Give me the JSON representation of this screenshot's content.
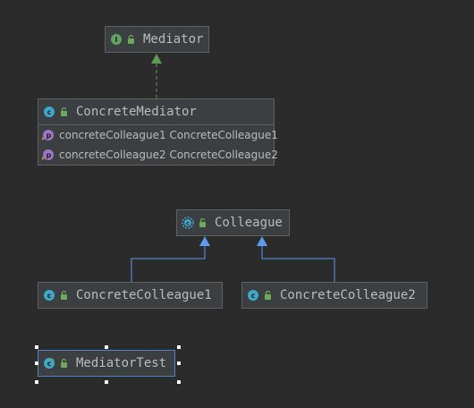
{
  "diagram": {
    "nodes": [
      {
        "id": "mediator",
        "kind": "interface",
        "name": "Mediator",
        "members": []
      },
      {
        "id": "concrete_mediator",
        "kind": "class",
        "name": "ConcreteMediator",
        "members": [
          {
            "kind": "property",
            "text": "concreteColleague1 ConcreteColleague1"
          },
          {
            "kind": "property",
            "text": "concreteColleague2 ConcreteColleague2"
          }
        ]
      },
      {
        "id": "colleague",
        "kind": "abstract-class",
        "name": "Colleague",
        "members": []
      },
      {
        "id": "concrete_colleague1",
        "kind": "class",
        "name": "ConcreteColleague1",
        "members": []
      },
      {
        "id": "concrete_colleague2",
        "kind": "class",
        "name": "ConcreteColleague2",
        "members": []
      },
      {
        "id": "mediator_test",
        "kind": "class-main",
        "name": "MediatorTest",
        "members": [],
        "selected": true
      }
    ],
    "edges": [
      {
        "from": "concrete_mediator",
        "to": "mediator",
        "type": "implements"
      },
      {
        "from": "concrete_colleague1",
        "to": "colleague",
        "type": "extends"
      },
      {
        "from": "concrete_colleague2",
        "to": "colleague",
        "type": "extends"
      }
    ]
  },
  "colors": {
    "background": "#2b2b2b",
    "node_fill": "#3c3f41",
    "node_border": "#5e6060",
    "text": "#bbbbbb",
    "implements_edge": "#5e9955",
    "extends_edge": "#5d9bed",
    "class_icon": "#3fa7c7",
    "interface_icon": "#62a35e",
    "property_icon": "#9b77c6",
    "lock_icon": "#6cab5c",
    "selection_border": "#4a88c7"
  }
}
